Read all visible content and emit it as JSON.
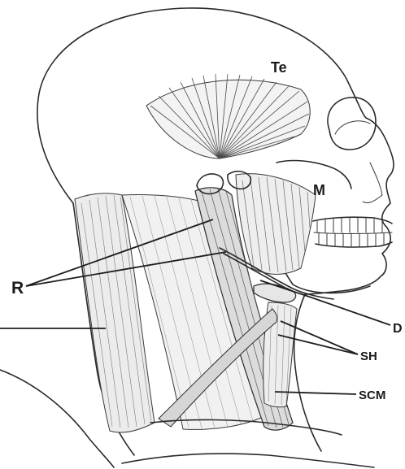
{
  "labels": {
    "temporalis": "Te",
    "masseter": "M",
    "r_muscle": "R",
    "digastric": "D",
    "suprahyoid": "SH",
    "sternocleidomastoid": "SCM"
  }
}
